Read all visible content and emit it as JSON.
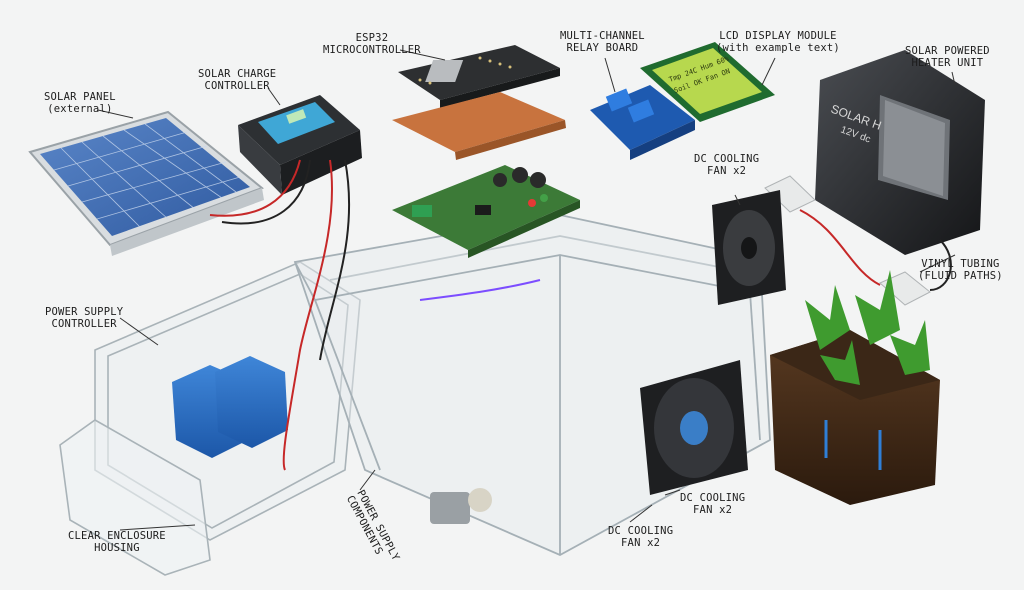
{
  "labels": {
    "solar_panel": {
      "line1": "SOLAR PANEL",
      "line2": "(external)"
    },
    "charge_controller": {
      "line1": "SOLAR CHARGE",
      "line2": "CONTROLLER"
    },
    "esp32": {
      "line1": "ESP32",
      "line2": "MICROCONTROLLER"
    },
    "relay": {
      "line1": "MULTI-CHANNEL",
      "line2": "RELAY BOARD"
    },
    "lcd": {
      "line1": "LCD DISPLAY MODULE",
      "line2": "(with example text)"
    },
    "heater": {
      "line1": "SOLAR POWERED",
      "line2": "HEATER UNIT"
    },
    "fan_top": {
      "line1": "DC COOLING",
      "line2": "FAN x2"
    },
    "vinyl": {
      "line1": "VINYL TUBING",
      "line2": "(FLUID PATHS)"
    },
    "psu_controller": {
      "line1": "POWER SUPPLY",
      "line2": "CONTROLLER"
    },
    "enclosure": {
      "line1": "CLEAR ENCLOSURE",
      "line2": "HOUSING"
    },
    "psu_components": {
      "line1": "POWER SUPPLY",
      "line2": "COMPONENTS"
    },
    "fan_mid": {
      "line1": "DC COOLING",
      "line2": "FAN x2"
    },
    "fan_bottom": {
      "line1": "DC COOLING",
      "line2": "FAN x2"
    }
  },
  "artwork_text": {
    "lcd_line1": "Tmp 24C  Hum 60%",
    "lcd_line2": "Soil OK  Fan ON",
    "heater_line1": "SOLAR H",
    "heater_line2": "12V dc"
  }
}
